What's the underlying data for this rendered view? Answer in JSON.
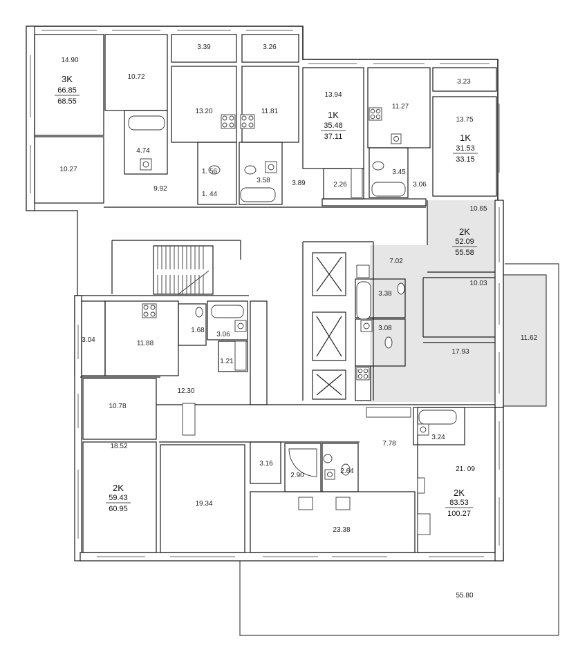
{
  "units": [
    {
      "id": "3k",
      "type": "3K",
      "living": "66.85",
      "total": "68.55"
    },
    {
      "id": "1k-a",
      "type": "1K",
      "living": "35.48",
      "total": "37.11"
    },
    {
      "id": "1k-b",
      "type": "1K",
      "living": "31.53",
      "total": "33.15"
    },
    {
      "id": "2k-a",
      "type": "2K",
      "living": "52.09",
      "total": "55.58"
    },
    {
      "id": "2k-b",
      "type": "2K",
      "living": "59.43",
      "total": "60.95"
    },
    {
      "id": "2k-c",
      "type": "2K",
      "living": "83.53",
      "total": "100.27"
    }
  ],
  "rooms": [
    "14.90",
    "10.72",
    "3.39",
    "3.26",
    "13.94",
    "11.27",
    "3.23",
    "13.20",
    "11.81",
    "13.75",
    "4.74",
    "10.27",
    "1. 56",
    "3.58",
    "3.89",
    "2.26",
    "3.45",
    "3.06",
    "9.92",
    "1. 44",
    "10.65",
    "7.02",
    "3.38",
    "10.03",
    "3.04",
    "11.88",
    "1.68",
    "3.06",
    "3.08",
    "11.62",
    "1.21",
    "17.93",
    "12.30",
    "10.78",
    "3.24",
    "7.78",
    "18.52",
    "3.16",
    "2.90",
    "2.64",
    "21. 09",
    "19.34",
    "23.38",
    "55.80"
  ],
  "icons": {
    "stove": "stove-icon",
    "sink": "sink-icon",
    "toilet": "toilet-icon",
    "bathtub": "bathtub-icon",
    "shower": "shower-icon",
    "elevator": "elevator-icon",
    "stairs": "stairs-icon"
  },
  "colors": {
    "highlight": "#e6e6e6",
    "wall": "#1a1a1a"
  }
}
